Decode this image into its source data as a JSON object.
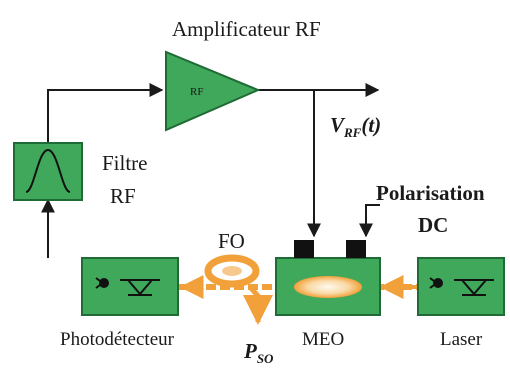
{
  "diagram": {
    "labels": {
      "amplifier": "Amplificateur RF",
      "amplifier_symbol": "RF",
      "vrf_main": "V",
      "vrf_sub": "RF",
      "vrf_arg": "(t)",
      "filter_line1": "Filtre",
      "filter_line2": "RF",
      "polarisation_line1": "Polarisation",
      "polarisation_line2": "DC",
      "fiber": "FO",
      "photodetector": "Photodétecteur",
      "modulator": "MEO",
      "laser": "Laser",
      "pso_main": "P",
      "pso_sub": "SO"
    },
    "colors": {
      "component_green": "#3fa85a",
      "optical_orange": "#f2a03a",
      "optical_glow": "#f7c98e",
      "wire": "#1a1a1a"
    }
  }
}
